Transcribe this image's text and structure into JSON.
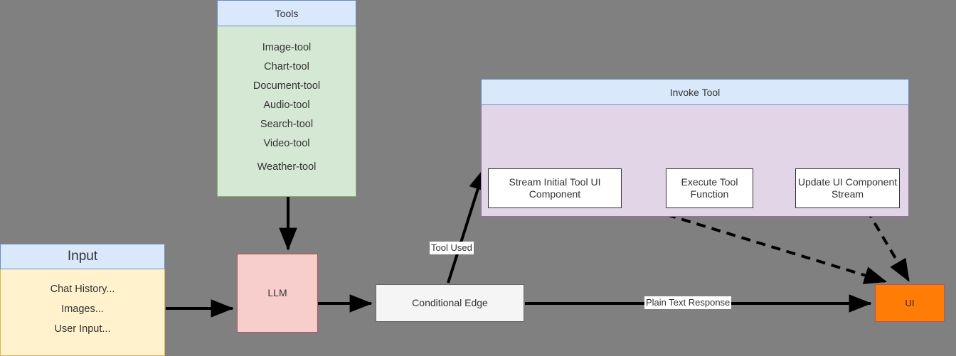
{
  "diagram": {
    "background_color": "#808080",
    "tools_group": {
      "title": "Tools",
      "header_color": "#dae8fc",
      "body_color": "#d5e8d4",
      "items": [
        "Image-tool",
        "Chart-tool",
        "Document-tool",
        "Audio-tool",
        "Search-tool",
        "Video-tool",
        "Weather-tool"
      ]
    },
    "input_group": {
      "title": "Input",
      "header_color": "#dae8fc",
      "body_color": "#fff2cc",
      "items": [
        "Chat History...",
        "Images...",
        "User Input..."
      ]
    },
    "invoke_group": {
      "title": "Invoke Tool",
      "header_color": "#dae8fc",
      "body_color": "#e1d5e7",
      "steps": [
        "Stream Initial Tool UI Component",
        "Execute Tool Function",
        "Update UI Component Stream"
      ]
    },
    "nodes": {
      "llm": {
        "label": "LLM",
        "color": "#f8cecc"
      },
      "conditional_edge": {
        "label": "Conditional Edge",
        "color": "#f5f5f5"
      },
      "ui": {
        "label": "UI",
        "color": "#ff7d07"
      }
    },
    "edge_labels": {
      "tool_used": "Tool Used",
      "plain_text_response": "Plain Text Response"
    }
  }
}
